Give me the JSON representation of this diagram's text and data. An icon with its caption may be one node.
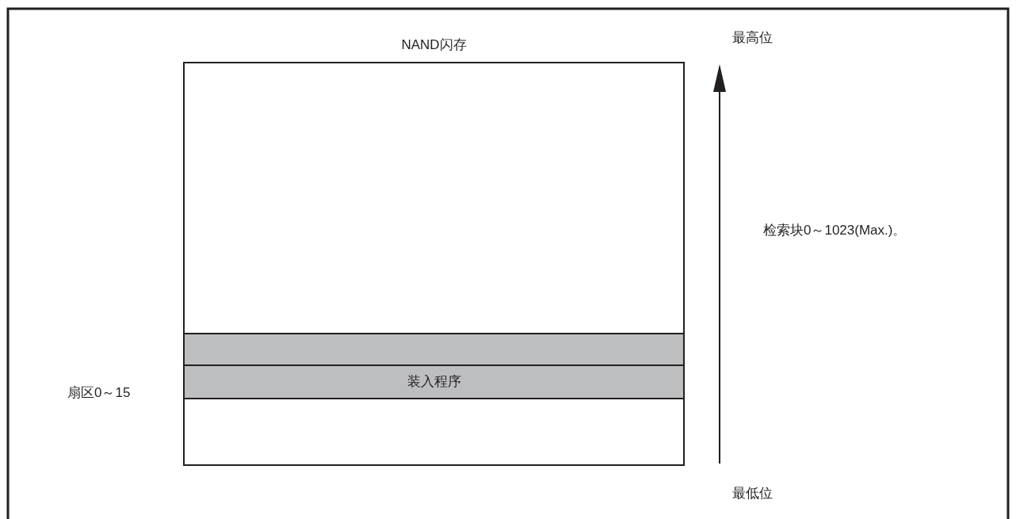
{
  "diagram": {
    "nodes": [
      {
        "text": [
          "NAND闪存"
        ]
      },
      {
        "text": [],
        "shape": "bar",
        "in": 0
      },
      {
        "text": [
          "装入程序"
        ],
        "in": 0
      }
    ],
    "labels": [
      "最高位",
      "检索块0～1023(Max.)。",
      "扇区0～15",
      "最低位"
    ]
  }
}
